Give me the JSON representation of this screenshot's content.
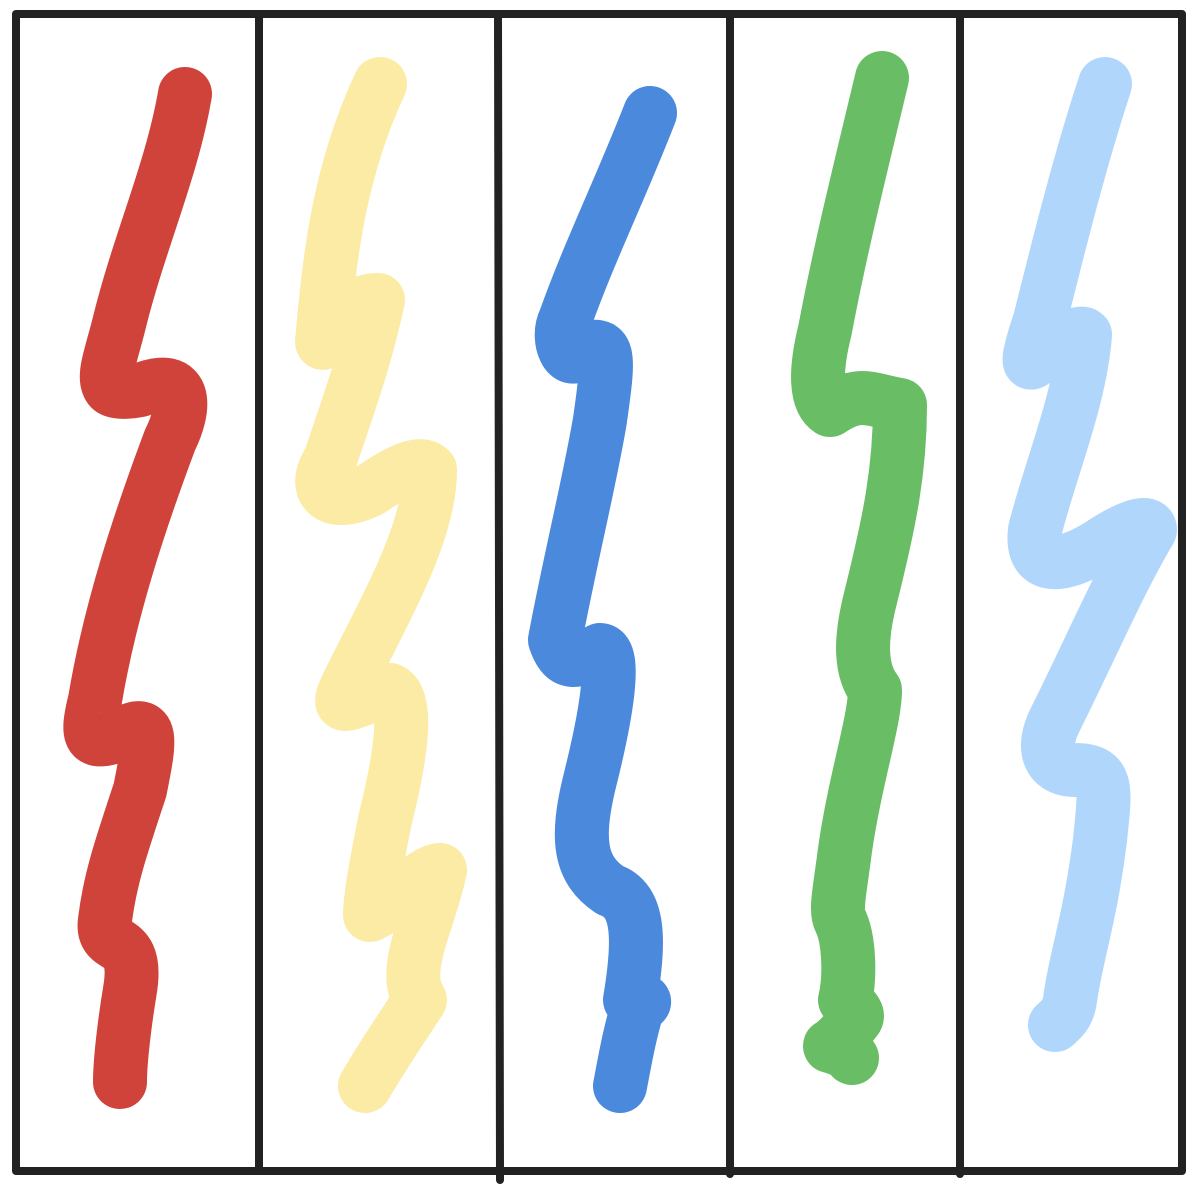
{
  "canvas": {
    "background": "#ffffff",
    "frame_color": "#222222"
  },
  "panels": [
    {
      "id": "panel-1",
      "stroke_color": "#cf433a",
      "color_name": "red"
    },
    {
      "id": "panel-2",
      "stroke_color": "#fcebA5",
      "color_name": "pale-yellow"
    },
    {
      "id": "panel-3",
      "stroke_color": "#4a89dc",
      "color_name": "blue"
    },
    {
      "id": "panel-4",
      "stroke_color": "#69bd65",
      "color_name": "green"
    },
    {
      "id": "panel-5",
      "stroke_color": "#b1d6fb",
      "color_name": "light-blue"
    }
  ]
}
